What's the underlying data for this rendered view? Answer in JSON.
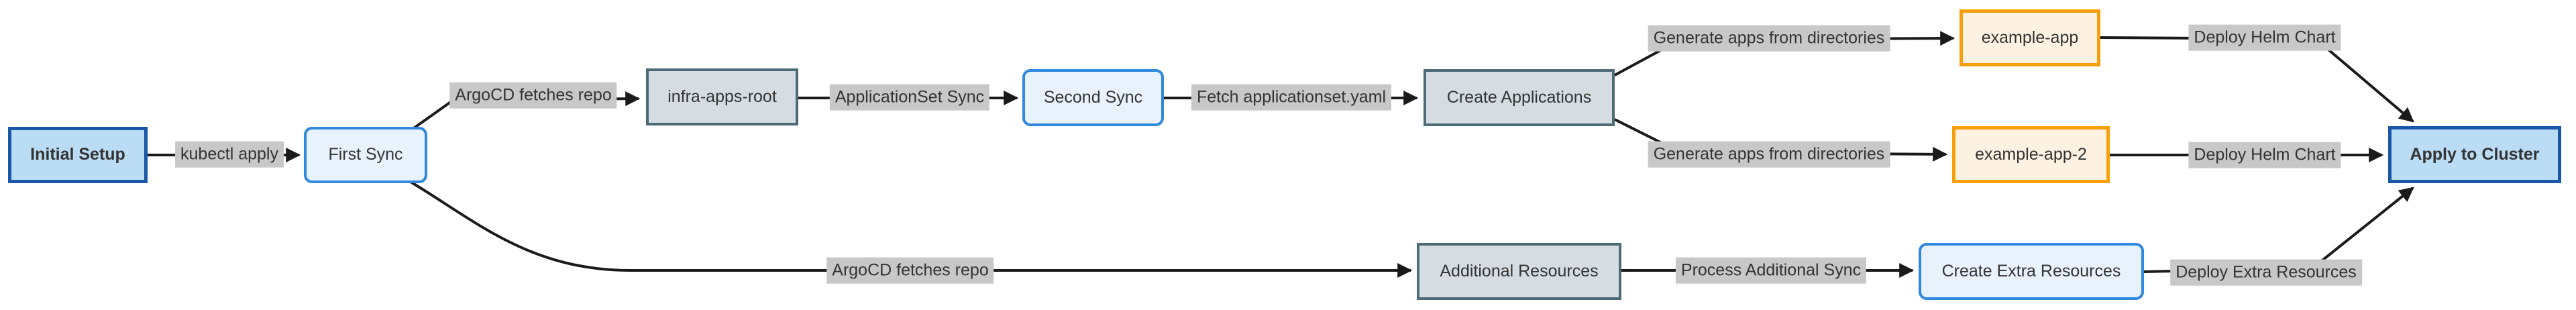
{
  "diagram": {
    "title": "ArgoCD app-of-apps sync flowchart",
    "nodes": {
      "initial_setup": {
        "label": "Initial Setup"
      },
      "first_sync": {
        "label": "First Sync"
      },
      "infra_apps_root": {
        "label": "infra-apps-root"
      },
      "second_sync": {
        "label": "Second Sync"
      },
      "create_applications": {
        "label": "Create Applications"
      },
      "example_app": {
        "label": "example-app"
      },
      "example_app_2": {
        "label": "example-app-2"
      },
      "additional_resources": {
        "label": "Additional Resources"
      },
      "create_extra_resources": {
        "label": "Create Extra Resources"
      },
      "apply_to_cluster": {
        "label": "Apply to Cluster"
      }
    },
    "edge_labels": {
      "kubectl_apply": "kubectl apply",
      "argocd_fetches_repo_top": "ArgoCD fetches repo",
      "applicationset_sync": "ApplicationSet Sync",
      "fetch_applicationset_yaml": "Fetch applicationset.yaml",
      "generate_apps_top": "Generate apps from directories",
      "generate_apps_bottom": "Generate apps from directories",
      "deploy_helm_chart_top": "Deploy Helm Chart",
      "deploy_helm_chart_bottom": "Deploy Helm Chart",
      "argocd_fetches_repo_bottom": "ArgoCD fetches repo",
      "process_additional_sync": "Process Additional Sync",
      "deploy_extra_resources": "Deploy Extra Resources"
    },
    "colors": {
      "emphasis_fill": "#bbdcf5",
      "emphasis_border": "#1b57a8",
      "plain_fill": "#d5dde2",
      "plain_border": "#4d6a77",
      "sync_fill": "#e7f2fc",
      "sync_border": "#3088df",
      "app_fill": "#fdf2e2",
      "app_border": "#f79f0a",
      "edge_label_bg": "#c8c8c8",
      "text": "#333333",
      "line": "#1a1a1a",
      "background": "#ffffff"
    }
  }
}
